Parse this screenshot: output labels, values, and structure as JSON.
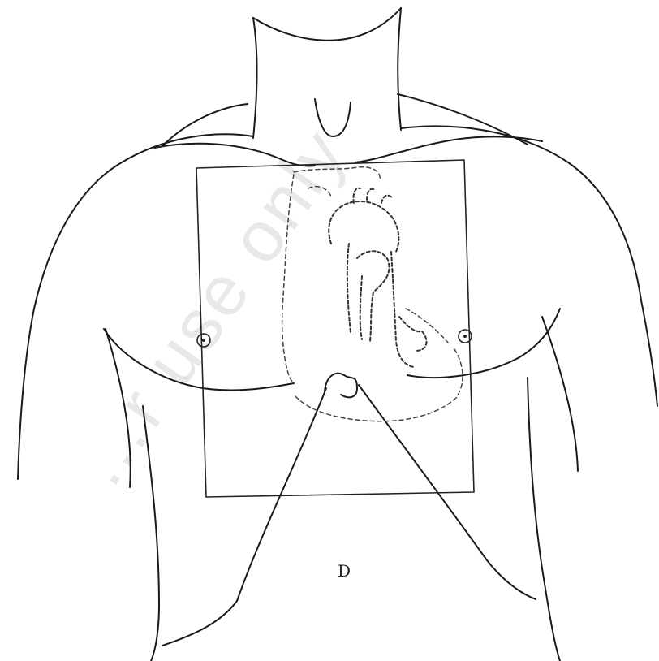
{
  "watermark": {
    "text": "…r use only"
  },
  "navel_glyph": "D",
  "diagram": {
    "electrode_markers": [
      "right-electrode",
      "left-electrode"
    ]
  }
}
